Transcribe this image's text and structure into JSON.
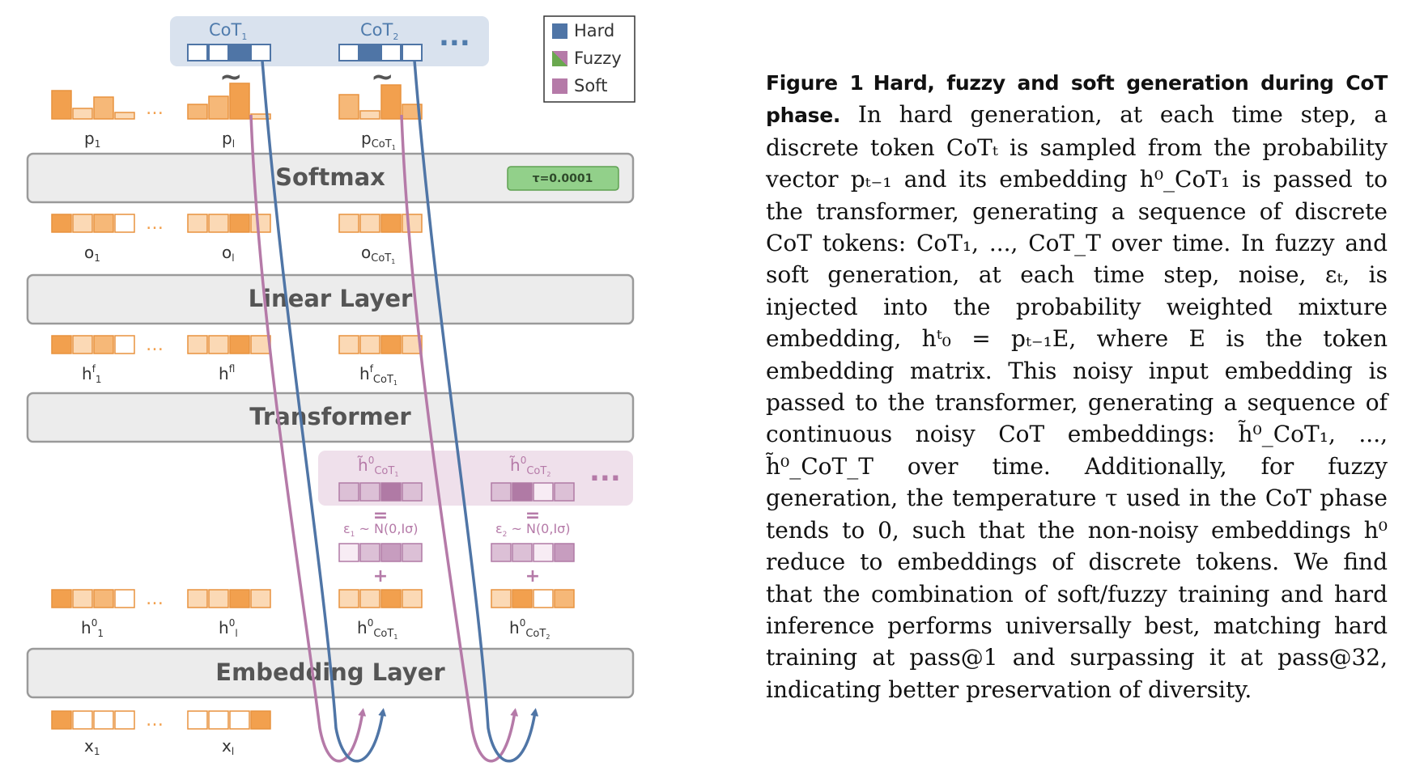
{
  "legend": {
    "hard": "Hard",
    "fuzzy": "Fuzzy",
    "soft": "Soft"
  },
  "colors": {
    "hard": "#4f75a6",
    "fuzzy_a": "#6aa84f",
    "fuzzy_b": "#b57aa8",
    "soft": "#b57aa8",
    "orange": "#f2a04e",
    "orange_light": "#fbd9b5",
    "pink_light": "#dcc0d6",
    "pink_dark": "#b07aa5",
    "layer_fill": "#ececec",
    "cot_band": "#d9e2ee",
    "noise_band": "#efe0eb",
    "temp_fill": "#92d08a"
  },
  "diagram": {
    "cot1": "CoT",
    "cot1_sub": "1",
    "cot2": "CoT",
    "cot2_sub": "2",
    "ellipsis": "...",
    "tilde": "~",
    "dots": "…",
    "softmax": "Softmax",
    "temperature": "τ=0.0001",
    "linear": "Linear Layer",
    "transformer": "Transformer",
    "embedding": "Embedding Layer",
    "p1": "p",
    "p1_sub": "1",
    "pl": "p",
    "pl_sub": "l",
    "pcot": "p",
    "pcot_sub": "CoT",
    "pcot_sub2": "1",
    "o1": "o",
    "o1_sub": "1",
    "ol": "o",
    "ol_sub": "l",
    "ocot": "o",
    "ocot_sub": "CoT",
    "ocot_sub2": "1",
    "hf1": "h",
    "hf1_sup": "f",
    "hf1_sub": "1",
    "hfl": "h",
    "hfl_sup": "f",
    "hfl_sub": "l",
    "hfcot": "h",
    "hfcot_sup": "f",
    "hfcot_sub": "CoT",
    "hfcot_sub2": "1",
    "htilde1": "h̃",
    "htilde1_sup": "0",
    "htilde1_sub": "CoT",
    "htilde1_sub2": "1",
    "htilde2": "h̃",
    "htilde2_sup": "0",
    "htilde2_sub": "CoT",
    "htilde2_sub2": "2",
    "equals": "=",
    "plus": "+",
    "eps1": "ε",
    "eps1_sub": "1",
    "eps1_rest": " ~ N(0,Iσ)",
    "eps2": "ε",
    "eps2_sub": "2",
    "eps2_rest": " ~ N(0,Iσ)",
    "h01": "h",
    "h01_sup": "0",
    "h01_sub": "1",
    "h0l": "h",
    "h0l_sup": "0",
    "h0l_sub": "l",
    "h0cot1": "h",
    "h0cot1_sup": "0",
    "h0cot1_sub": "CoT",
    "h0cot1_sub2": "1",
    "h0cot2": "h",
    "h0cot2_sup": "0",
    "h0cot2_sub": "CoT",
    "h0cot2_sub2": "2",
    "x1": "x",
    "x1_sub": "1",
    "xl": "x",
    "xl_sub": "l"
  },
  "caption": {
    "figure_num": "Figure 1",
    "title": "Hard, fuzzy and soft generation during CoT phase.",
    "body": "In hard generation, at each time step, a discrete token CoTₜ is sampled from the probability vector pₜ₋₁ and its embedding h⁰_CoT₁ is passed to the transformer, generating a sequence of discrete CoT tokens: CoT₁, ..., CoT_T over time. In fuzzy and soft generation, at each time step, noise, εₜ, is injected into the probability weighted mixture embedding, hᵗ₀ = pₜ₋₁E, where E is the token embedding matrix. This noisy input embedding is passed to the transformer, generating a sequence of continuous noisy CoT embeddings: h̃⁰_CoT₁, ..., h̃⁰_CoT_T over time. Additionally, for fuzzy generation, the temperature τ used in the CoT phase tends to 0, such that the non-noisy embeddings h⁰ reduce to embeddings of discrete tokens. We find that the combination of soft/fuzzy training and hard inference performs universally best, matching hard training at pass@1 and surpassing it at pass@32, indicating better preservation of diversity."
  }
}
